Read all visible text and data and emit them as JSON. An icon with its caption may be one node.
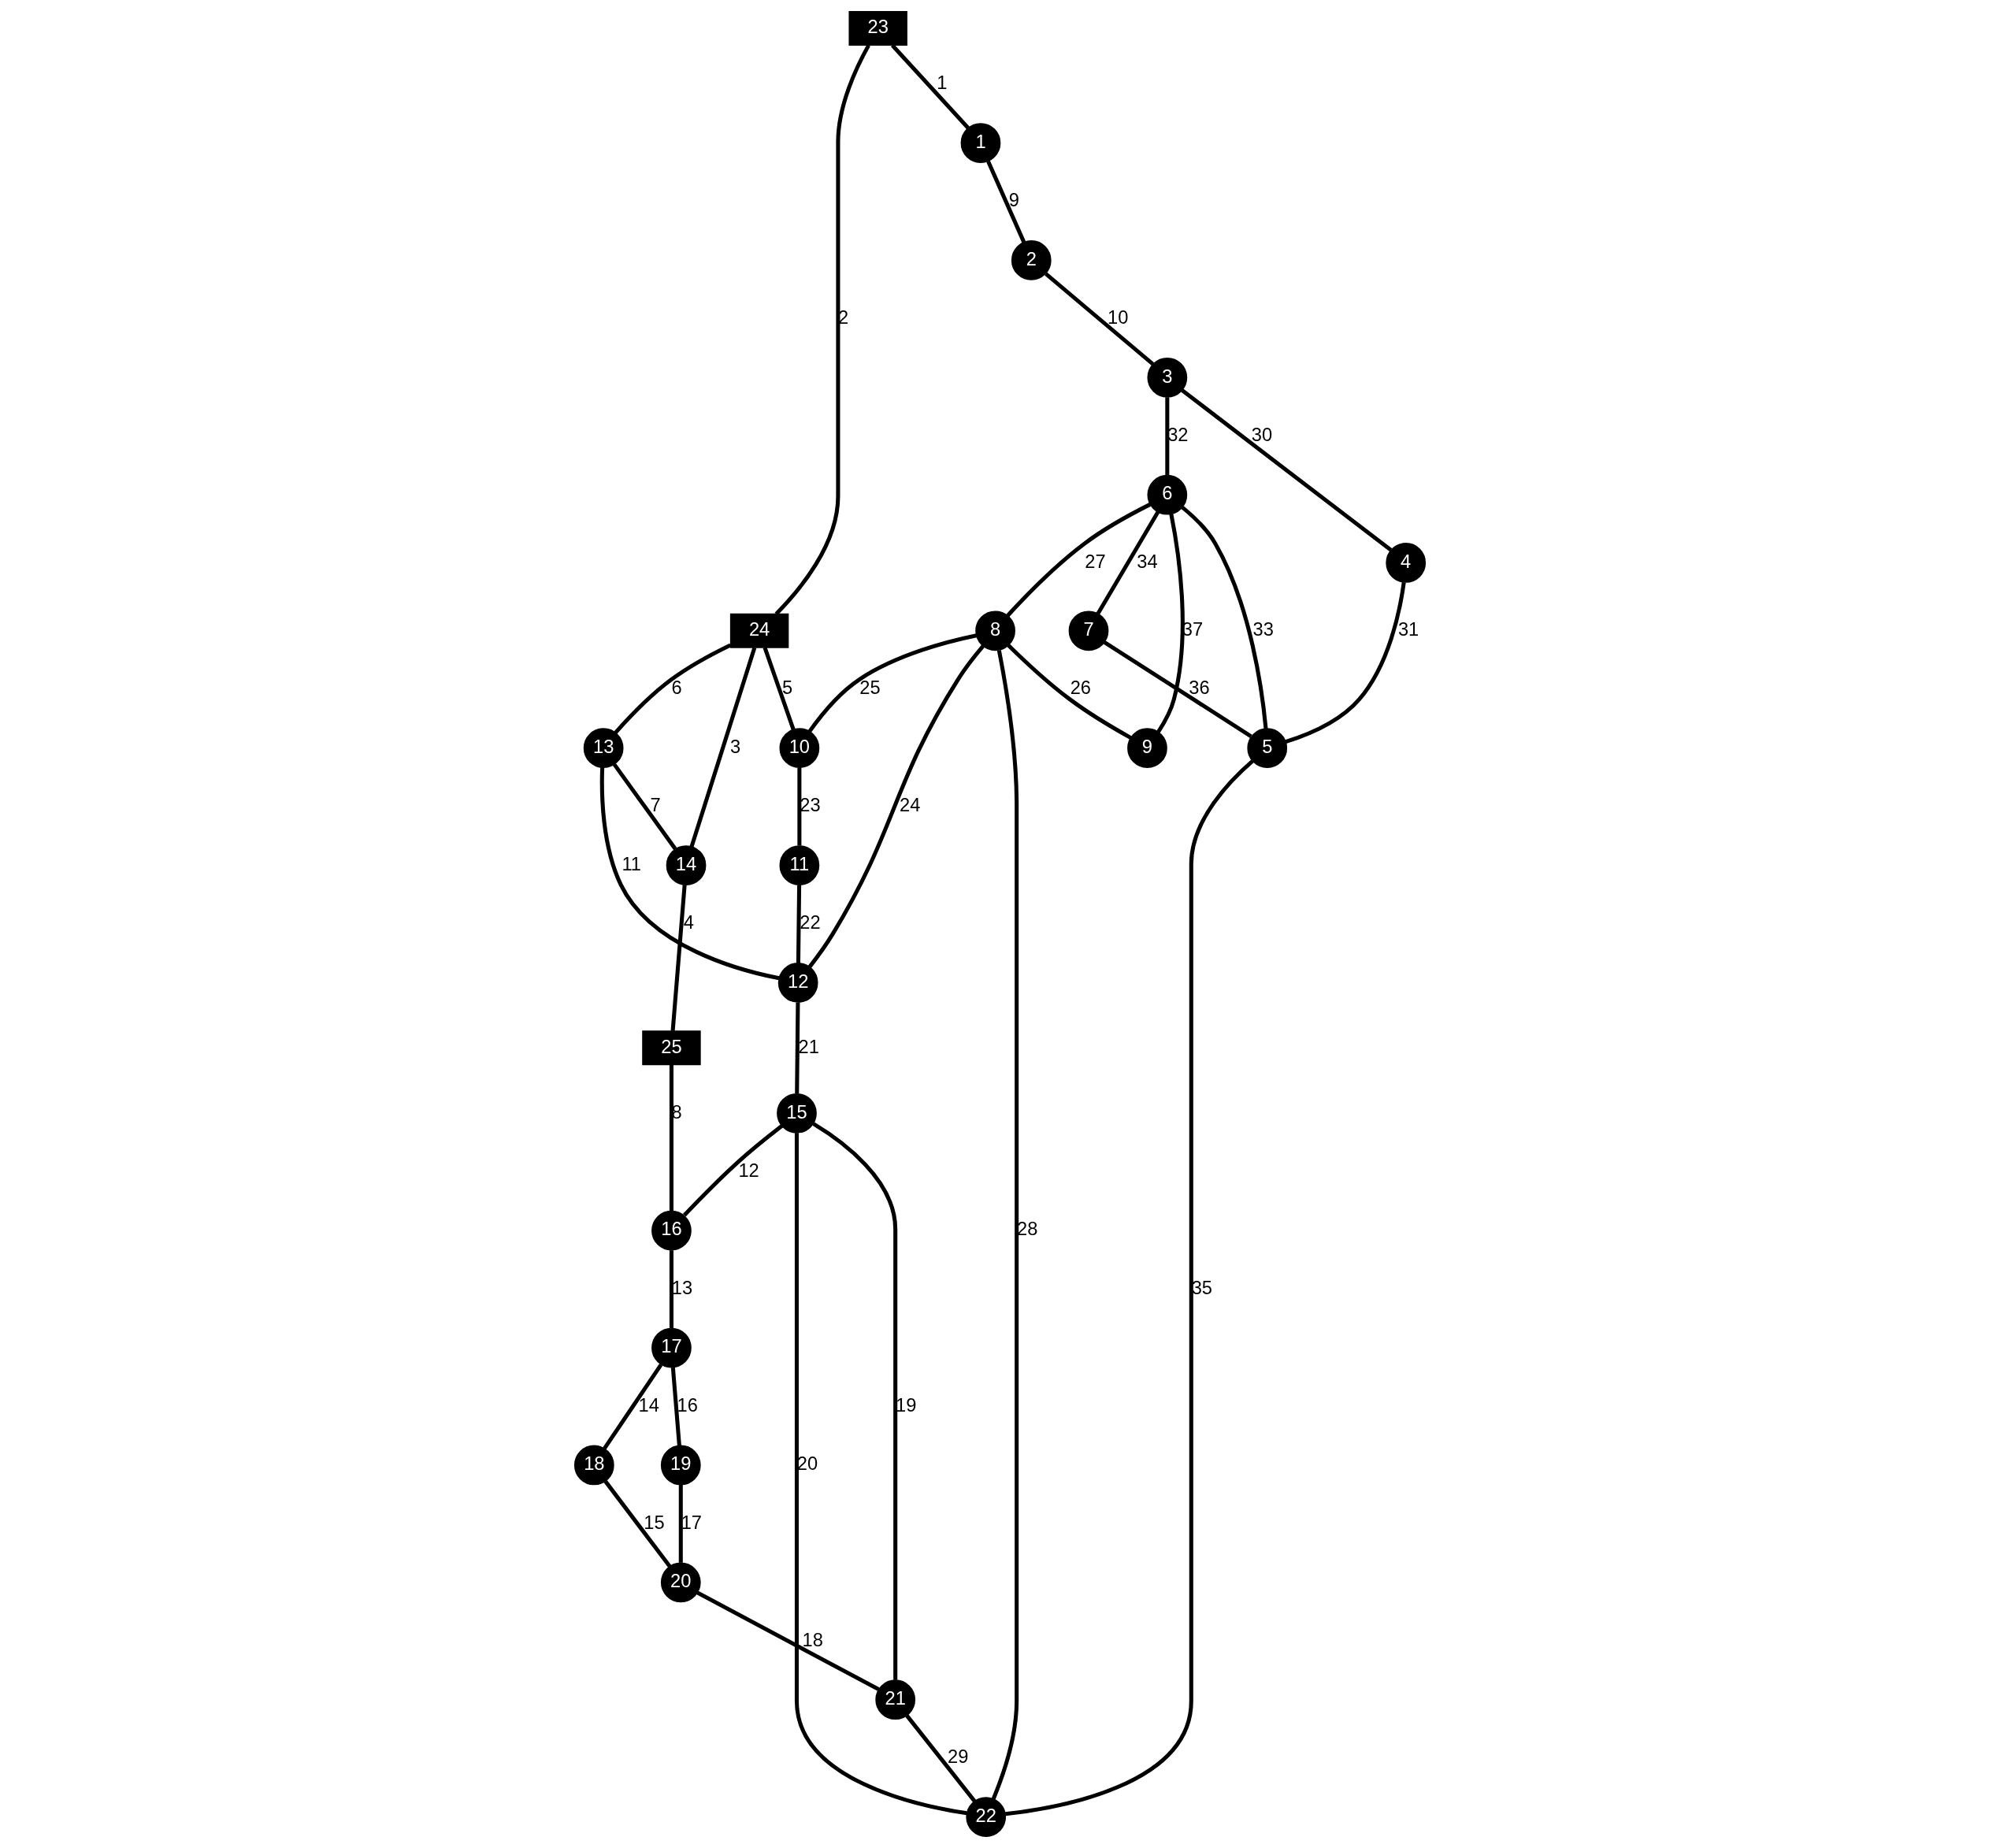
{
  "diagram": {
    "nodes": [
      {
        "text": [
          "1"
        ]
      },
      {
        "text": [
          "2"
        ]
      },
      {
        "text": [
          "3"
        ]
      },
      {
        "text": [
          "4"
        ]
      },
      {
        "text": [
          "5"
        ]
      },
      {
        "text": [
          "6"
        ]
      },
      {
        "text": [
          "7"
        ]
      },
      {
        "text": [
          "8"
        ]
      },
      {
        "text": [
          "9"
        ]
      },
      {
        "text": [
          "10"
        ]
      },
      {
        "text": [
          "11"
        ]
      },
      {
        "text": [
          "12"
        ]
      },
      {
        "text": [
          "13"
        ]
      },
      {
        "text": [
          "14"
        ]
      },
      {
        "text": [
          "15"
        ]
      },
      {
        "text": [
          "16"
        ]
      },
      {
        "text": [
          "17"
        ]
      },
      {
        "text": [
          "18"
        ]
      },
      {
        "text": [
          "19"
        ]
      },
      {
        "text": [
          "20"
        ]
      },
      {
        "text": [
          "21"
        ]
      },
      {
        "text": [
          "22"
        ]
      },
      {
        "text": [
          "23"
        ]
      },
      {
        "text": [
          "24"
        ]
      },
      {
        "text": [
          "25"
        ]
      }
    ],
    "edges": [
      {
        "from": 22,
        "to": 0,
        "arrow": "none",
        "label": "1"
      },
      {
        "from": 22,
        "to": 23,
        "arrow": "none",
        "label": "2"
      },
      {
        "from": 23,
        "to": 13,
        "arrow": "none",
        "label": "3"
      },
      {
        "from": 13,
        "to": 24,
        "arrow": "none",
        "label": "4"
      },
      {
        "from": 23,
        "to": 9,
        "arrow": "none",
        "label": "5"
      },
      {
        "from": 23,
        "to": 12,
        "arrow": "none",
        "label": "6"
      },
      {
        "from": 12,
        "to": 13,
        "arrow": "none",
        "label": "7"
      },
      {
        "from": 24,
        "to": 15,
        "arrow": "none",
        "label": "8"
      },
      {
        "from": 0,
        "to": 1,
        "arrow": "none",
        "label": "9"
      },
      {
        "from": 1,
        "to": 2,
        "arrow": "none",
        "label": "10"
      },
      {
        "from": 12,
        "to": 11,
        "arrow": "none",
        "label": "11"
      },
      {
        "from": 14,
        "to": 15,
        "arrow": "none",
        "label": "12"
      },
      {
        "from": 15,
        "to": 16,
        "arrow": "none",
        "label": "13"
      },
      {
        "from": 16,
        "to": 17,
        "arrow": "none",
        "label": "14"
      },
      {
        "from": 17,
        "to": 19,
        "arrow": "none",
        "label": "15"
      },
      {
        "from": 16,
        "to": 18,
        "arrow": "none",
        "label": "16"
      },
      {
        "from": 18,
        "to": 19,
        "arrow": "none",
        "label": "17"
      },
      {
        "from": 19,
        "to": 20,
        "arrow": "none",
        "label": "18"
      },
      {
        "from": 14,
        "to": 20,
        "arrow": "none",
        "label": "19"
      },
      {
        "from": 14,
        "to": 21,
        "arrow": "none",
        "label": "20"
      },
      {
        "from": 11,
        "to": 14,
        "arrow": "none",
        "label": "21"
      },
      {
        "from": 10,
        "to": 11,
        "arrow": "none",
        "label": "22"
      },
      {
        "from": 9,
        "to": 10,
        "arrow": "none",
        "label": "23"
      },
      {
        "from": 7,
        "to": 11,
        "arrow": "none",
        "label": "24"
      },
      {
        "from": 7,
        "to": 9,
        "arrow": "none",
        "label": "25"
      },
      {
        "from": 7,
        "to": 8,
        "arrow": "none",
        "label": "26"
      },
      {
        "from": 5,
        "to": 7,
        "arrow": "none",
        "label": "27"
      },
      {
        "from": 7,
        "to": 21,
        "arrow": "none",
        "label": "28"
      },
      {
        "from": 20,
        "to": 21,
        "arrow": "none",
        "label": "29"
      },
      {
        "from": 2,
        "to": 3,
        "arrow": "none",
        "label": "30"
      },
      {
        "from": 3,
        "to": 4,
        "arrow": "none",
        "label": "31"
      },
      {
        "from": 2,
        "to": 5,
        "arrow": "none",
        "label": "32"
      },
      {
        "from": 5,
        "to": 4,
        "arrow": "none",
        "label": "33"
      },
      {
        "from": 5,
        "to": 6,
        "arrow": "none",
        "label": "34"
      },
      {
        "from": 4,
        "to": 21,
        "arrow": "none",
        "label": "35"
      },
      {
        "from": 6,
        "to": 4,
        "arrow": "none",
        "label": "36"
      },
      {
        "from": 5,
        "to": 8,
        "arrow": "none",
        "label": "37"
      }
    ]
  }
}
